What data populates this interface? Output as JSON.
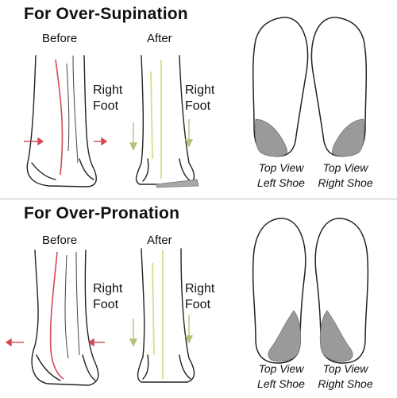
{
  "panels": [
    {
      "title": "For Over-Supination",
      "before_label": "Before",
      "after_label": "After",
      "foot_label": {
        "line1": "Right",
        "line2": "Foot"
      },
      "shoes": [
        {
          "line1": "Top View",
          "line2": "Left Shoe"
        },
        {
          "line1": "Top View",
          "line2": "Right Shoe"
        }
      ]
    },
    {
      "title": "For Over-Pronation",
      "before_label": "Before",
      "after_label": "After",
      "foot_label": {
        "line1": "Right",
        "line2": "Foot"
      },
      "shoes": [
        {
          "line1": "Top View",
          "line2": "Left Shoe"
        },
        {
          "line1": "Top View",
          "line2": "Right Shoe"
        }
      ]
    }
  ],
  "colors": {
    "outline": "#222222",
    "red_line": "#d24a55",
    "yellow_line": "#d8dc8a",
    "shoe_fill": "#9a9a9a",
    "insert_fill": "#a8a8a8"
  }
}
